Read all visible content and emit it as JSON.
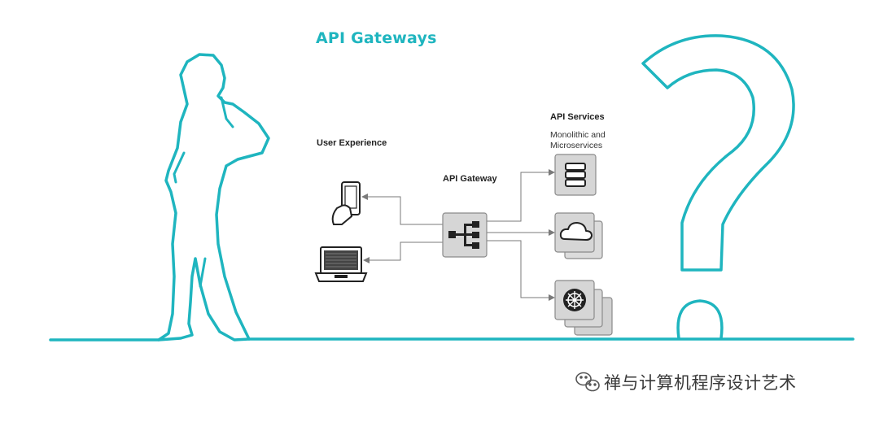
{
  "diagram": {
    "title": "API Gateways",
    "user_experience_label": "User Experience",
    "gateway_label": "API Gateway",
    "services_label": "API Services",
    "services_sub_line1": "Monolithic and",
    "services_sub_line2": "Microservices"
  },
  "watermark": {
    "text": "禅与计算机程序设计艺术",
    "icon": "wechat-logo-icon"
  },
  "colors": {
    "accent": "#1fb5bf",
    "box_fill": "#d6d6d6",
    "box_stroke": "#8a8a8a",
    "line": "#7a7a7a",
    "icon_dark": "#222222"
  },
  "icons": {
    "phone": "smartphone-in-hand-icon",
    "laptop": "laptop-icon",
    "gateway": "hierarchy-network-icon",
    "server": "database-server-icon",
    "cloud": "cloud-icon",
    "kubernetes": "kubernetes-helm-icon"
  }
}
